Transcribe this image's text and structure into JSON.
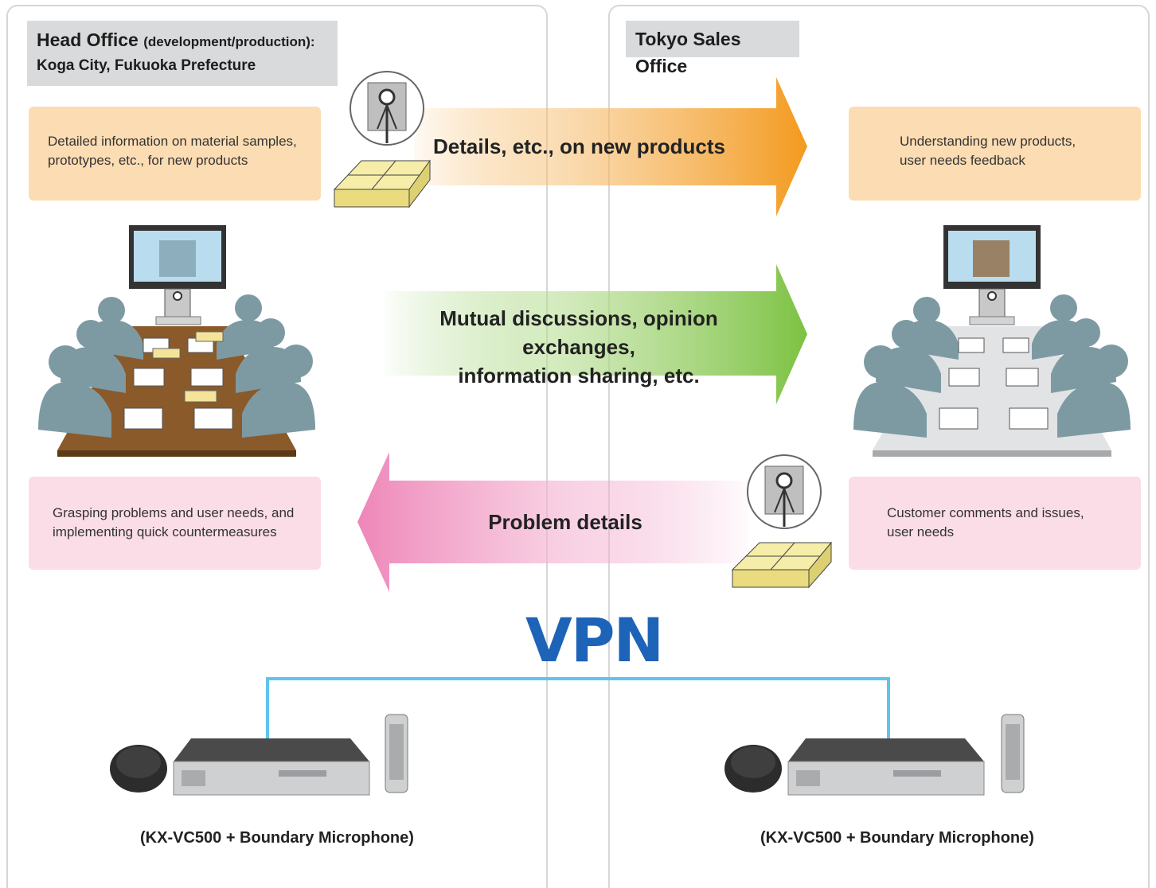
{
  "head_office": {
    "title_main": "Head Office",
    "title_paren": "(development/production):",
    "title_line2": "Koga City, Fukuoka Prefecture",
    "box_top": [
      "Detailed information on material samples,",
      "prototypes, etc., for new products"
    ],
    "box_bottom": [
      "Grasping problems and user needs, and",
      "implementing quick countermeasures"
    ],
    "equipment_caption": "(KX-VC500 + Boundary Microphone)"
  },
  "tokyo_office": {
    "title": "Tokyo Sales Office",
    "box_top": [
      "Understanding new products,",
      "user needs feedback"
    ],
    "box_bottom": [
      "Customer comments and issues,",
      "user needs"
    ],
    "equipment_caption": "(KX-VC500 + Boundary Microphone)"
  },
  "arrows": {
    "top": "Details, etc., on new products",
    "middle": [
      "Mutual discussions, opinion exchanges,",
      "information sharing, etc."
    ],
    "bottom": "Problem details"
  },
  "network": {
    "label": "VPN"
  },
  "colors": {
    "orange_arrow": "#f39a1e",
    "green_arrow": "#7cc242",
    "pink_arrow": "#ee86b8",
    "vpn_blue": "#1d63b8",
    "vpn_line": "#5ec4ea"
  }
}
